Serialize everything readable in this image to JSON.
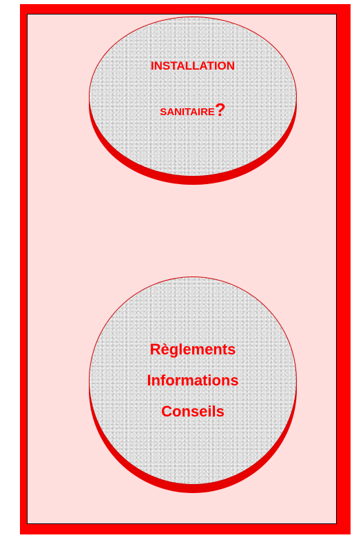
{
  "bubble_top": {
    "line1": "INSTALLATION",
    "line2": "SANITAIRE",
    "mark": "?"
  },
  "bubble_bottom": {
    "items": [
      {
        "label": "Règlements"
      },
      {
        "label": "Informations"
      },
      {
        "label": "Conseils"
      }
    ]
  },
  "colors": {
    "frame": "#ff0000",
    "panel": "#ffdede",
    "text": "#ff0000",
    "bubble_shadow": "#e60000"
  }
}
